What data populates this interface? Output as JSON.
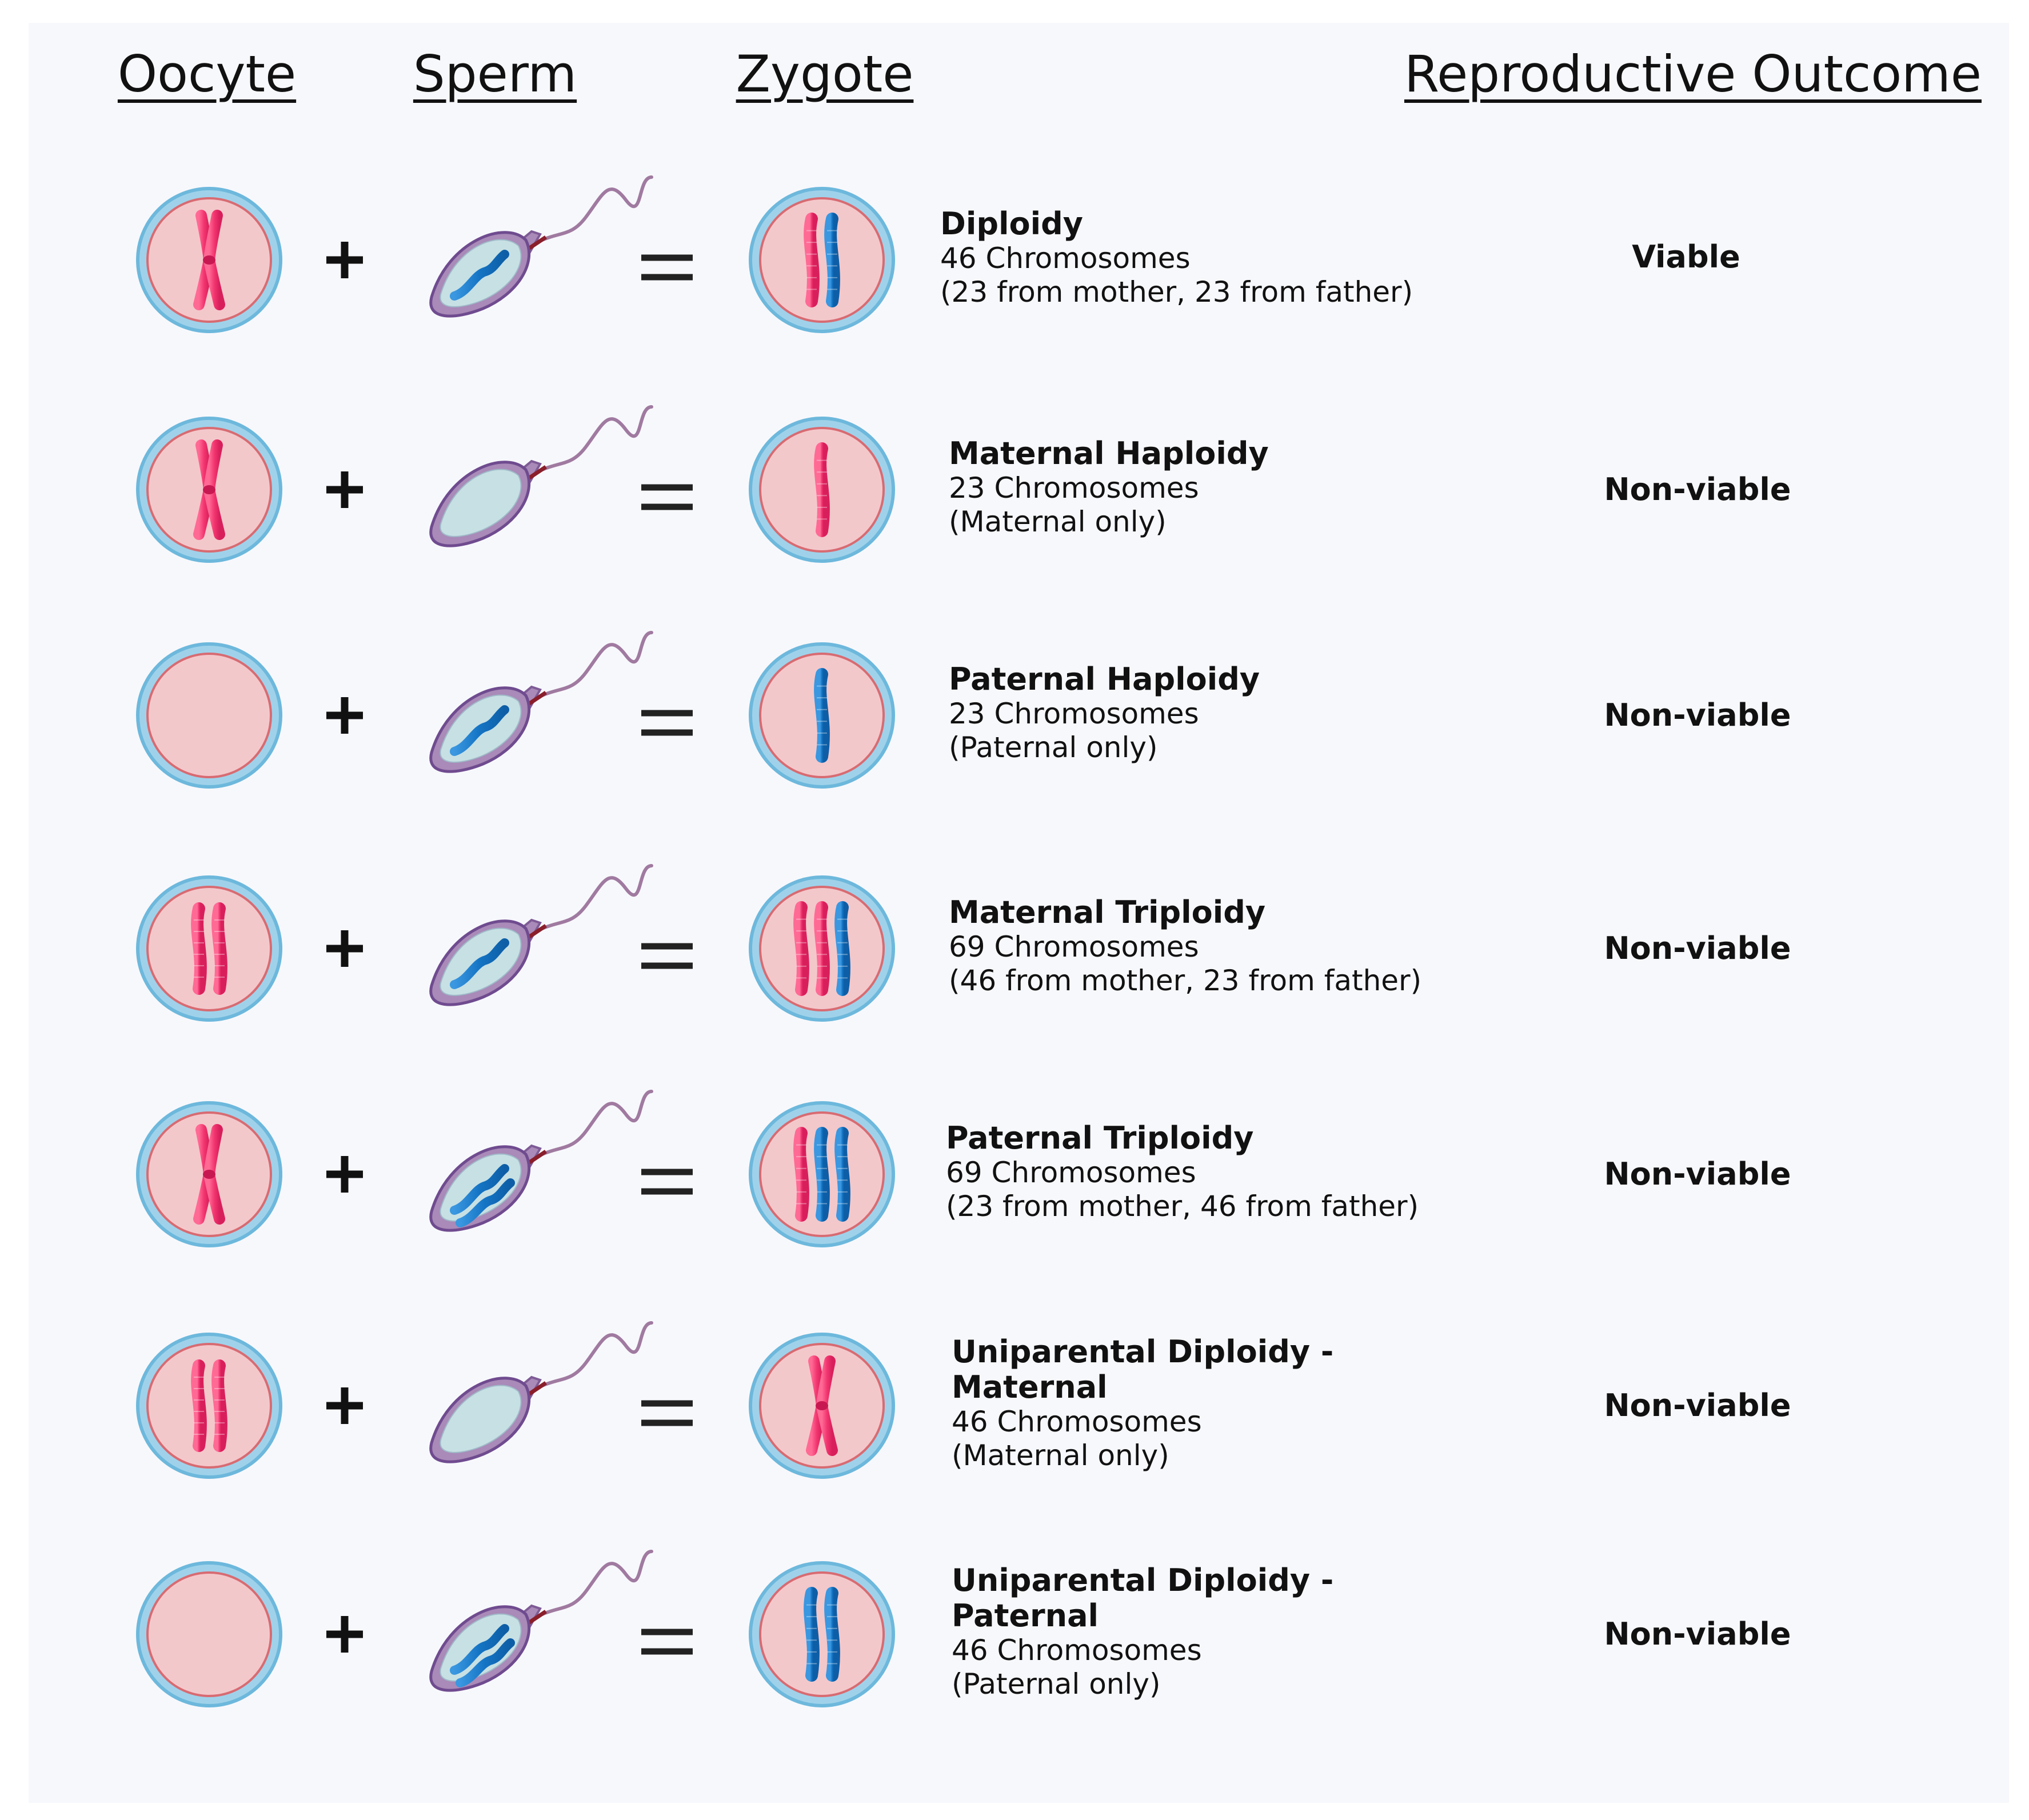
{
  "headers": {
    "oocyte": "Oocyte",
    "sperm": "Sperm",
    "zygote": "Zygote",
    "outcome": "Reproductive Outcome"
  },
  "colors": {
    "maternal_chromosome": "#f2356f",
    "paternal_chromosome": "#1474c4",
    "cell_membrane_outer": "#6db8dc",
    "cell_cytoplasm": "#f3c8cb",
    "sperm_body": "#a98ab8",
    "sperm_head": "#c7e0e4",
    "background": "#f7f8fc"
  },
  "rows": [
    {
      "title": "Diploidy",
      "line1": "46 Chromosomes",
      "line2": "(23 from mother, 23 from father)",
      "outcome": "Viable",
      "oocyte_chromosomes": "x-pair",
      "sperm_chromosomes": 1,
      "zygote": [
        "maternal",
        "paternal"
      ]
    },
    {
      "title": "Maternal Haploidy",
      "line1": "23 Chromosomes",
      "line2": "(Maternal only)",
      "outcome": "Non-viable",
      "oocyte_chromosomes": "x-pair",
      "sperm_chromosomes": 0,
      "zygote": [
        "maternal"
      ]
    },
    {
      "title": "Paternal Haploidy",
      "line1": "23 Chromosomes",
      "line2": "(Paternal only)",
      "outcome": "Non-viable",
      "oocyte_chromosomes": "none",
      "sperm_chromosomes": 1,
      "zygote": [
        "paternal"
      ]
    },
    {
      "title": "Maternal Triploidy",
      "line1": "69 Chromosomes",
      "line2": "(46 from mother, 23 from father)",
      "outcome": "Non-viable",
      "oocyte_chromosomes": "two",
      "sperm_chromosomes": 1,
      "zygote": [
        "maternal",
        "maternal",
        "paternal"
      ]
    },
    {
      "title": "Paternal Triploidy",
      "line1": "69 Chromosomes",
      "line2": "(23 from mother, 46 from father)",
      "outcome": "Non-viable",
      "oocyte_chromosomes": "x-pair",
      "sperm_chromosomes": 2,
      "zygote": [
        "maternal",
        "paternal",
        "paternal"
      ]
    },
    {
      "title": "Uniparental Diploidy -",
      "title2": "Maternal",
      "line1": "46 Chromosomes",
      "line2": "(Maternal only)",
      "outcome": "Non-viable",
      "oocyte_chromosomes": "two",
      "sperm_chromosomes": 0,
      "zygote": [
        "maternal-x"
      ]
    },
    {
      "title": "Uniparental Diploidy -",
      "title2": "Paternal",
      "line1": "46 Chromosomes",
      "line2": "(Paternal only)",
      "outcome": "Non-viable",
      "oocyte_chromosomes": "none",
      "sperm_chromosomes": 2,
      "zygote": [
        "paternal",
        "paternal"
      ]
    }
  ]
}
